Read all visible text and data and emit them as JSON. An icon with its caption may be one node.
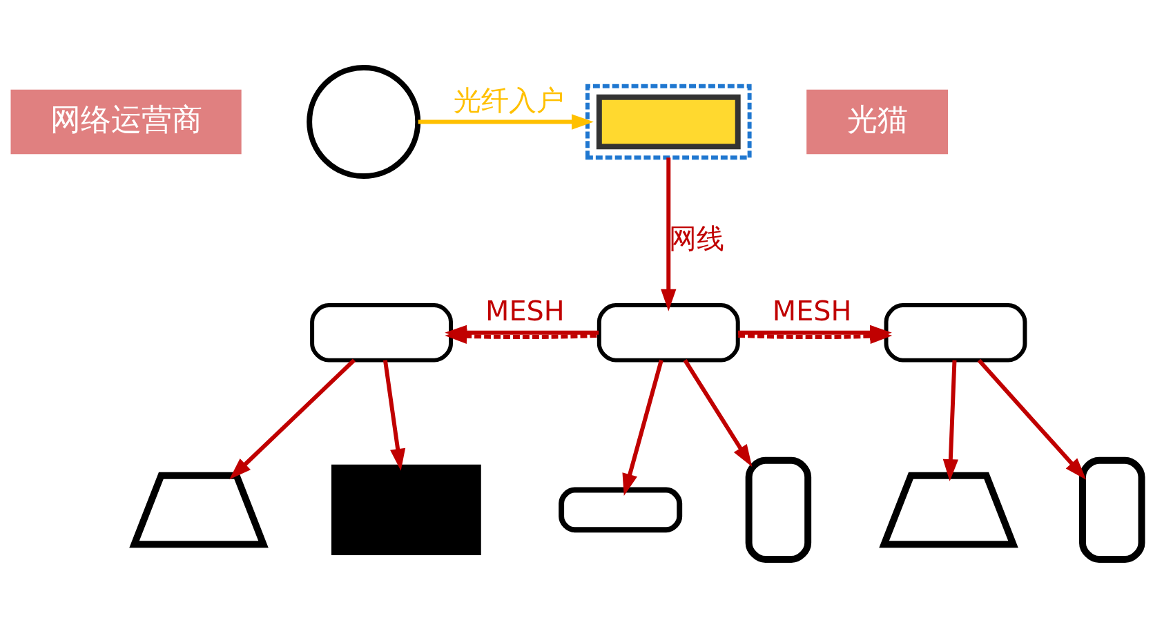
{
  "diagram": {
    "nodes": [
      {
        "text": [
          "网络运营商"
        ]
      },
      {
        "text": [],
        "shape": "globe"
      },
      {
        "text": [],
        "shape": "box"
      },
      {
        "text": [],
        "shape": "modem",
        "in": 2
      },
      {
        "text": [
          "光猫"
        ]
      },
      {
        "text": [],
        "shape": "router"
      },
      {
        "text": [],
        "shape": "router"
      },
      {
        "text": [],
        "shape": "router"
      },
      {
        "text": [],
        "shape": "laptop"
      },
      {
        "text": [],
        "shape": "computer"
      },
      {
        "text": [],
        "shape": "projector"
      },
      {
        "text": [],
        "shape": "phone"
      },
      {
        "text": [],
        "shape": "laptop"
      },
      {
        "text": [],
        "shape": "phone"
      }
    ],
    "edges": [
      {
        "from": 1,
        "to": 2,
        "arrow": "to",
        "label": "光纤入户",
        "color": "#ffc000"
      },
      {
        "from": 2,
        "to": 6,
        "arrow": "to",
        "label": "网线"
      },
      {
        "from": 6,
        "to": 5,
        "arrow": "to",
        "label": "MESH"
      },
      {
        "from": 6,
        "to": 5,
        "arrow": "to",
        "style": "dashed"
      },
      {
        "from": 6,
        "to": 7,
        "arrow": "to",
        "label": "MESH"
      },
      {
        "from": 6,
        "to": 7,
        "arrow": "to",
        "style": "dashed"
      },
      {
        "from": 5,
        "to": 8,
        "arrow": "to"
      },
      {
        "from": 5,
        "to": 9,
        "arrow": "to"
      },
      {
        "from": 6,
        "to": 10,
        "arrow": "to"
      },
      {
        "from": 6,
        "to": 11,
        "arrow": "to"
      },
      {
        "from": 7,
        "to": 12,
        "arrow": "to"
      },
      {
        "from": 7,
        "to": 13,
        "arrow": "to"
      }
    ]
  }
}
